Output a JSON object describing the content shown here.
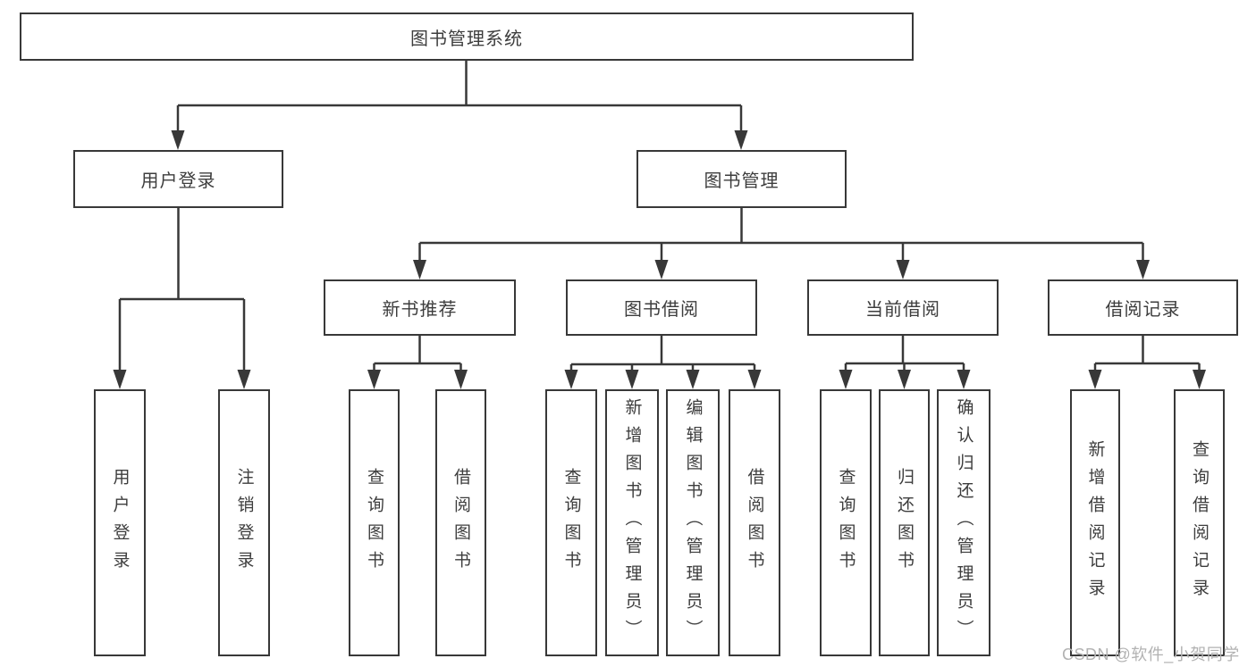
{
  "diagram": {
    "title": "图书管理系统",
    "root": {
      "label": "图书管理系统"
    },
    "level2": [
      {
        "id": "user-login",
        "label": "用户登录"
      },
      {
        "id": "book-management",
        "label": "图书管理"
      }
    ],
    "level3": [
      {
        "id": "new-book-recommend",
        "label": "新书推荐",
        "parent": "book-management"
      },
      {
        "id": "book-borrow",
        "label": "图书借阅",
        "parent": "book-management"
      },
      {
        "id": "current-borrow",
        "label": "当前借阅",
        "parent": "book-management"
      },
      {
        "id": "borrow-records",
        "label": "借阅记录",
        "parent": "book-management"
      }
    ],
    "leaves": [
      {
        "label": "用户登录",
        "parent": "user-login"
      },
      {
        "label": "注销登录",
        "parent": "user-login"
      },
      {
        "label": "查询图书",
        "parent": "new-book-recommend"
      },
      {
        "label": "借阅图书",
        "parent": "new-book-recommend"
      },
      {
        "label": "查询图书",
        "parent": "book-borrow"
      },
      {
        "label": "新增图书（管理员）",
        "parent": "book-borrow"
      },
      {
        "label": "编辑图书（管理员）",
        "parent": "book-borrow"
      },
      {
        "label": "借阅图书",
        "parent": "book-borrow"
      },
      {
        "label": "查询图书",
        "parent": "current-borrow"
      },
      {
        "label": "归还图书",
        "parent": "current-borrow"
      },
      {
        "label": "确认归还（管理员）",
        "parent": "current-borrow"
      },
      {
        "label": "新增借阅记录",
        "parent": "borrow-records"
      },
      {
        "label": "查询借阅记录",
        "parent": "borrow-records"
      }
    ]
  },
  "watermark": {
    "text": "CSDN @软件_小贺同学"
  },
  "colors": {
    "line": "#383838",
    "box_border": "#383838",
    "text": "#3d3d3d",
    "watermark": "#b2b2b2",
    "background": "#ffffff"
  }
}
